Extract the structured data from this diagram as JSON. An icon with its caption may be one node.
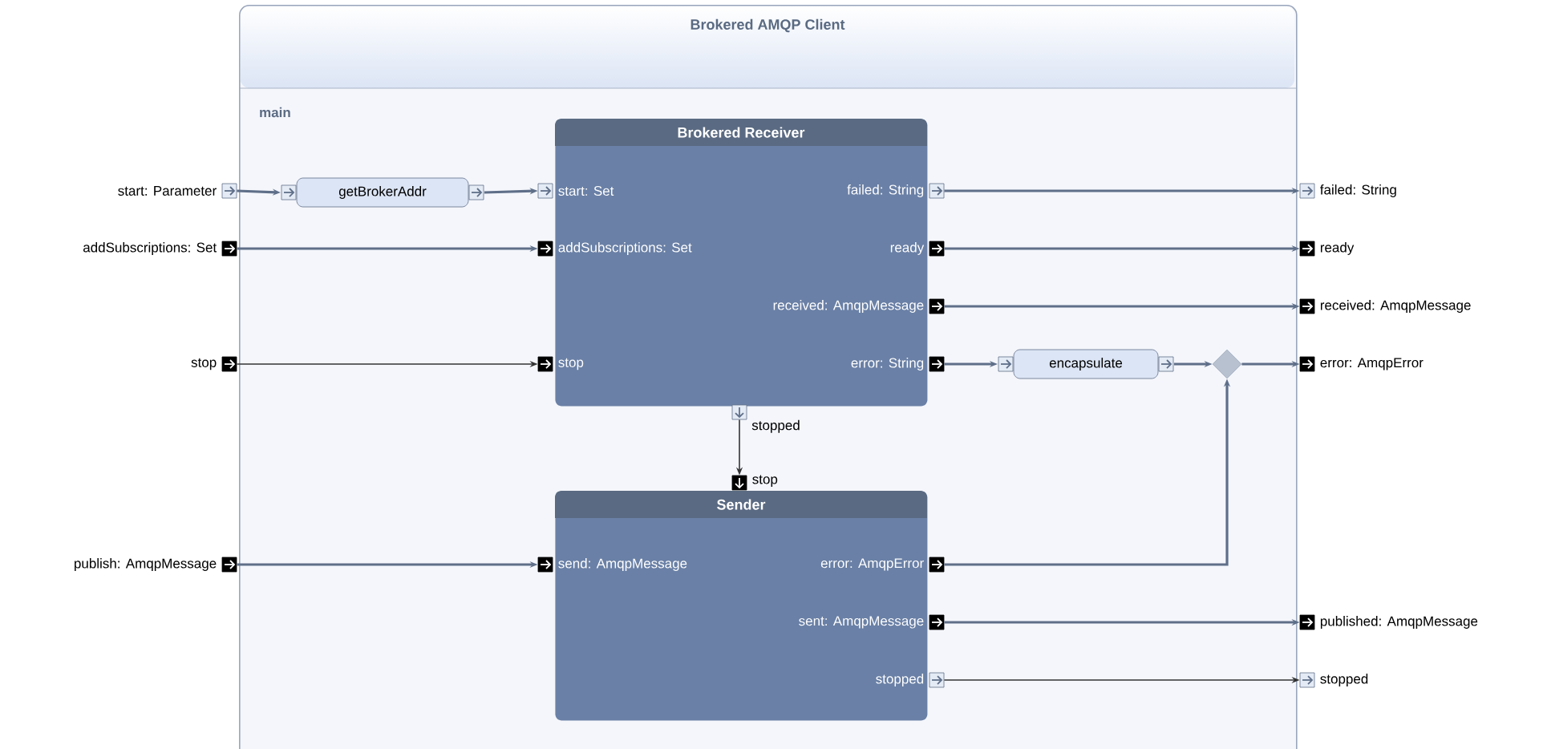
{
  "diagram": {
    "nodes": [
      {
        "text": [
          "Brokered AMQP Client",
          "main"
        ]
      },
      {
        "text": [
          "start: Parameter"
        ]
      },
      {
        "text": [
          "addSubscriptions: Set"
        ]
      },
      {
        "text": [
          "stop"
        ]
      },
      {
        "text": [
          "publish: AmqpMessage"
        ]
      },
      {
        "text": [
          "getBrokerAddr"
        ],
        "in": 0
      },
      {
        "text": [
          "Brokered Receiver"
        ],
        "in": 0
      },
      {
        "text": [
          "start: Set"
        ],
        "in": 0
      },
      {
        "text": [
          "addSubscriptions: Set"
        ],
        "in": 0
      },
      {
        "text": [
          "stop"
        ],
        "in": 0
      },
      {
        "text": [
          "failed: String"
        ],
        "in": 0
      },
      {
        "text": [
          "ready"
        ],
        "in": 0
      },
      {
        "text": [
          "received: AmqpMessage"
        ],
        "in": 0
      },
      {
        "text": [
          "error: String"
        ],
        "in": 0
      },
      {
        "text": [
          "stopped"
        ],
        "in": 0
      },
      {
        "text": [
          "encapsulate"
        ],
        "in": 0
      },
      {
        "text": [],
        "shape": "diamond",
        "in": 0
      },
      {
        "text": [
          "Sender"
        ],
        "in": 0
      },
      {
        "text": [
          "stop"
        ],
        "in": 0
      },
      {
        "text": [
          "send: AmqpMessage"
        ],
        "in": 0
      },
      {
        "text": [
          "error: AmqpError"
        ],
        "in": 0
      },
      {
        "text": [
          "sent: AmqpMessage"
        ],
        "in": 0
      },
      {
        "text": [
          "stopped"
        ],
        "in": 0
      },
      {
        "text": [
          "failed: String"
        ]
      },
      {
        "text": [
          "ready"
        ]
      },
      {
        "text": [
          "received: AmqpMessage"
        ]
      },
      {
        "text": [
          "error: AmqpError"
        ]
      },
      {
        "text": [
          "published: AmqpMessage"
        ]
      },
      {
        "text": [
          "stopped"
        ]
      }
    ],
    "edges": [
      {
        "from": 1,
        "to": 5,
        "arrow": "to"
      },
      {
        "from": 5,
        "to": 7,
        "arrow": "to"
      },
      {
        "from": 2,
        "to": 8,
        "arrow": "to"
      },
      {
        "from": 3,
        "to": 9,
        "arrow": "to",
        "color": "#333333"
      },
      {
        "from": 10,
        "to": 23,
        "arrow": "to"
      },
      {
        "from": 11,
        "to": 24,
        "arrow": "to"
      },
      {
        "from": 12,
        "to": 25,
        "arrow": "to"
      },
      {
        "from": 13,
        "to": 15,
        "arrow": "to"
      },
      {
        "from": 15,
        "to": 16,
        "arrow": "to"
      },
      {
        "from": 16,
        "to": 26,
        "arrow": "to"
      },
      {
        "from": 14,
        "to": 18,
        "arrow": "to",
        "color": "#333333"
      },
      {
        "from": 4,
        "to": 19,
        "arrow": "to"
      },
      {
        "from": 20,
        "to": 16,
        "arrow": "to"
      },
      {
        "from": 21,
        "to": 27,
        "arrow": "to"
      },
      {
        "from": 22,
        "to": 28,
        "arrow": "to",
        "color": "#333333"
      }
    ]
  }
}
